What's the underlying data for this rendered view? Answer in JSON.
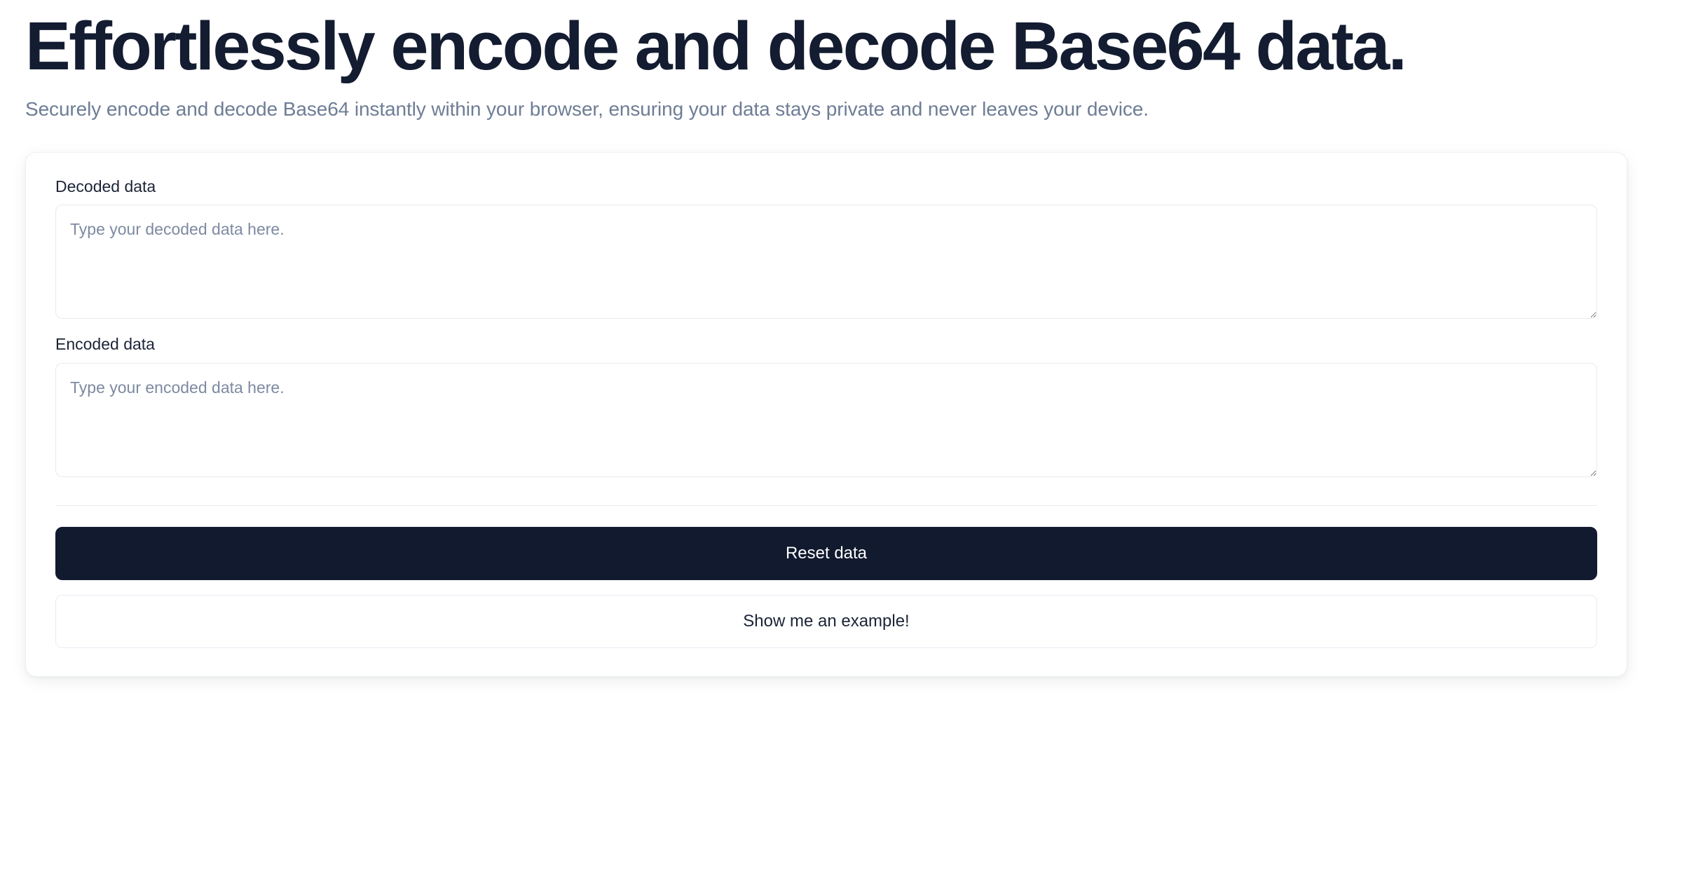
{
  "hero": {
    "title": "Effortlessly encode and decode Base64 data.",
    "subtitle": "Securely encode and decode Base64 instantly within your browser, ensuring your data stays private and never leaves your device."
  },
  "card": {
    "fields": [
      {
        "label": "Decoded data",
        "placeholder": "Type your decoded data here.",
        "value": ""
      },
      {
        "label": "Encoded data",
        "placeholder": "Type your encoded data here.",
        "value": ""
      }
    ],
    "actions": {
      "reset_label": "Reset data",
      "example_label": "Show me an example!"
    }
  },
  "colors": {
    "heading": "#131c30",
    "subtitle": "#6e7d95",
    "label": "#1c2436",
    "placeholder": "#7d8aa1",
    "input_border": "#e7eaf0",
    "card_border": "#edf0f4",
    "divider": "#e6ebf2",
    "primary_button_bg": "#111a2e",
    "primary_button_text": "#ffffff",
    "secondary_button_border": "#e7ebf2",
    "page_background": "#ffffff"
  }
}
